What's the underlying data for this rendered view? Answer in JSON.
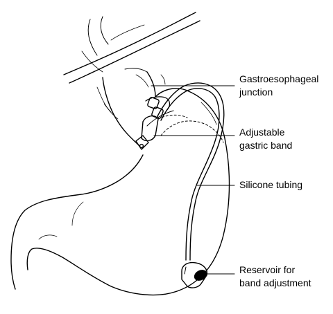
{
  "diagram": {
    "callouts": [
      {
        "id": "gastroesophageal-junction",
        "lines": [
          "Gastroesophageal",
          "junction"
        ]
      },
      {
        "id": "adjustable-gastric-band",
        "lines": [
          "Adjustable",
          "gastric band"
        ]
      },
      {
        "id": "silicone-tubing",
        "lines": [
          "Silicone tubing"
        ]
      },
      {
        "id": "reservoir",
        "lines": [
          "Reservoir for",
          "band adjustment"
        ]
      }
    ]
  },
  "colors": {
    "line": "#000000",
    "background": "#ffffff"
  }
}
